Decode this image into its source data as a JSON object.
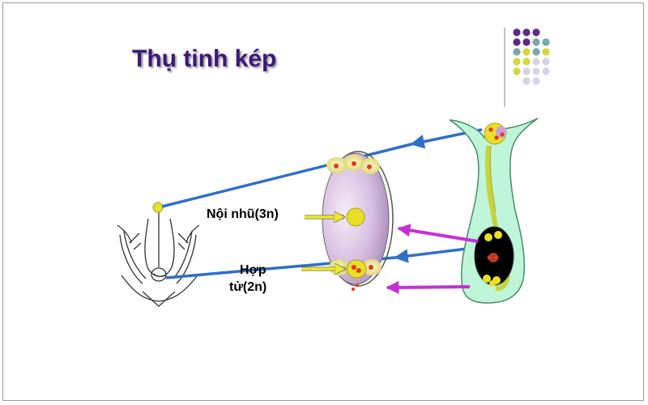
{
  "title": "Thụ tinh kép",
  "labels": {
    "endosperm": "Nội nhũ(3n)",
    "zygote_line1": "Hợp",
    "zygote_line2": "tử(2n)"
  },
  "colors": {
    "title": "#3b1a78",
    "blue_line": "#2f6fc8",
    "magenta_arrow": "#c72ed8",
    "yellow_arrow": "#f0ea25",
    "ovule_fill": "#c7a6d3",
    "pistil_fill": "#bff5d9",
    "pollen_tube": "#c8d43a",
    "embryo_sac": "#000000",
    "dot_purple": "#5b2c84",
    "dot_teal": "#7aa6a8",
    "dot_yellow": "#d6d63a",
    "dot_light": "#d4d4e6"
  },
  "decor": {
    "dot_grid": [
      [
        "purple",
        "purple",
        "purple",
        "none"
      ],
      [
        "purple",
        "purple",
        "teal",
        "teal"
      ],
      [
        "teal",
        "yellow",
        "teal",
        "yellow"
      ],
      [
        "yellow",
        "yellow",
        "light",
        "light"
      ],
      [
        "yellow",
        "light",
        "light",
        "light"
      ],
      [
        "none",
        "light",
        "light",
        "none"
      ]
    ]
  }
}
